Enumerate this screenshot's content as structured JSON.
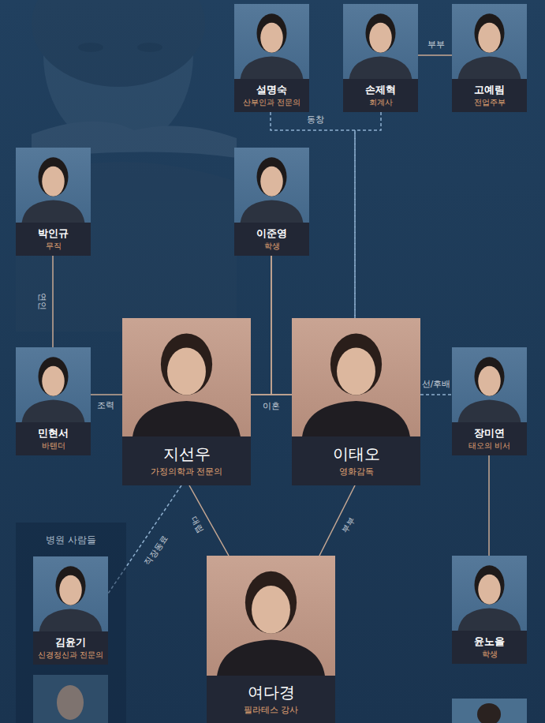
{
  "diagram": {
    "nodes": [
      {
        "text": [
          "설명숙",
          "산부인과 전문의"
        ]
      },
      {
        "text": [
          "손제혁",
          "회계사"
        ]
      },
      {
        "text": [
          "고예림",
          "전업주부"
        ]
      },
      {
        "text": [
          "박인규",
          "무직"
        ]
      },
      {
        "text": [
          "이준영",
          "학생"
        ]
      },
      {
        "text": [
          "민현서",
          "바텐더"
        ]
      },
      {
        "text": [
          "지선우",
          "가정의학과 전문의"
        ]
      },
      {
        "text": [
          "이태오",
          "영화감독"
        ]
      },
      {
        "text": [
          "장미연",
          "태오의 비서"
        ]
      },
      {
        "text": [
          "병원 사람들"
        ]
      },
      {
        "text": [
          "김윤기",
          "신경정신과 전문의"
        ],
        "in": 9
      },
      {
        "text": [
          "여다경",
          "필라테스 강사"
        ]
      },
      {
        "text": [
          "윤노을",
          "학생"
        ]
      }
    ],
    "edges": [
      {
        "from": 1,
        "to": 2,
        "label": "부부",
        "arrow": "none"
      },
      {
        "from": 0,
        "to": 7,
        "label": "동창",
        "arrow": "none"
      },
      {
        "from": 1,
        "to": 7,
        "arrow": "none"
      },
      {
        "from": 3,
        "to": 5,
        "label": "연인",
        "arrow": "none"
      },
      {
        "from": 6,
        "to": 4,
        "arrow": "none"
      },
      {
        "from": 7,
        "to": 4,
        "arrow": "none"
      },
      {
        "from": 5,
        "to": 6,
        "label": "조력",
        "arrow": "none"
      },
      {
        "from": 6,
        "to": 7,
        "label": "이혼",
        "arrow": "none"
      },
      {
        "from": 7,
        "to": 8,
        "label": "선/후배",
        "arrow": "none"
      },
      {
        "from": 8,
        "to": 12,
        "arrow": "none"
      },
      {
        "from": 6,
        "to": 11,
        "label": "대립",
        "arrow": "none"
      },
      {
        "from": 7,
        "to": 11,
        "label": "부부",
        "arrow": "none"
      },
      {
        "from": 6,
        "to": 10,
        "label": "직장동료",
        "arrow": "none"
      }
    ]
  }
}
